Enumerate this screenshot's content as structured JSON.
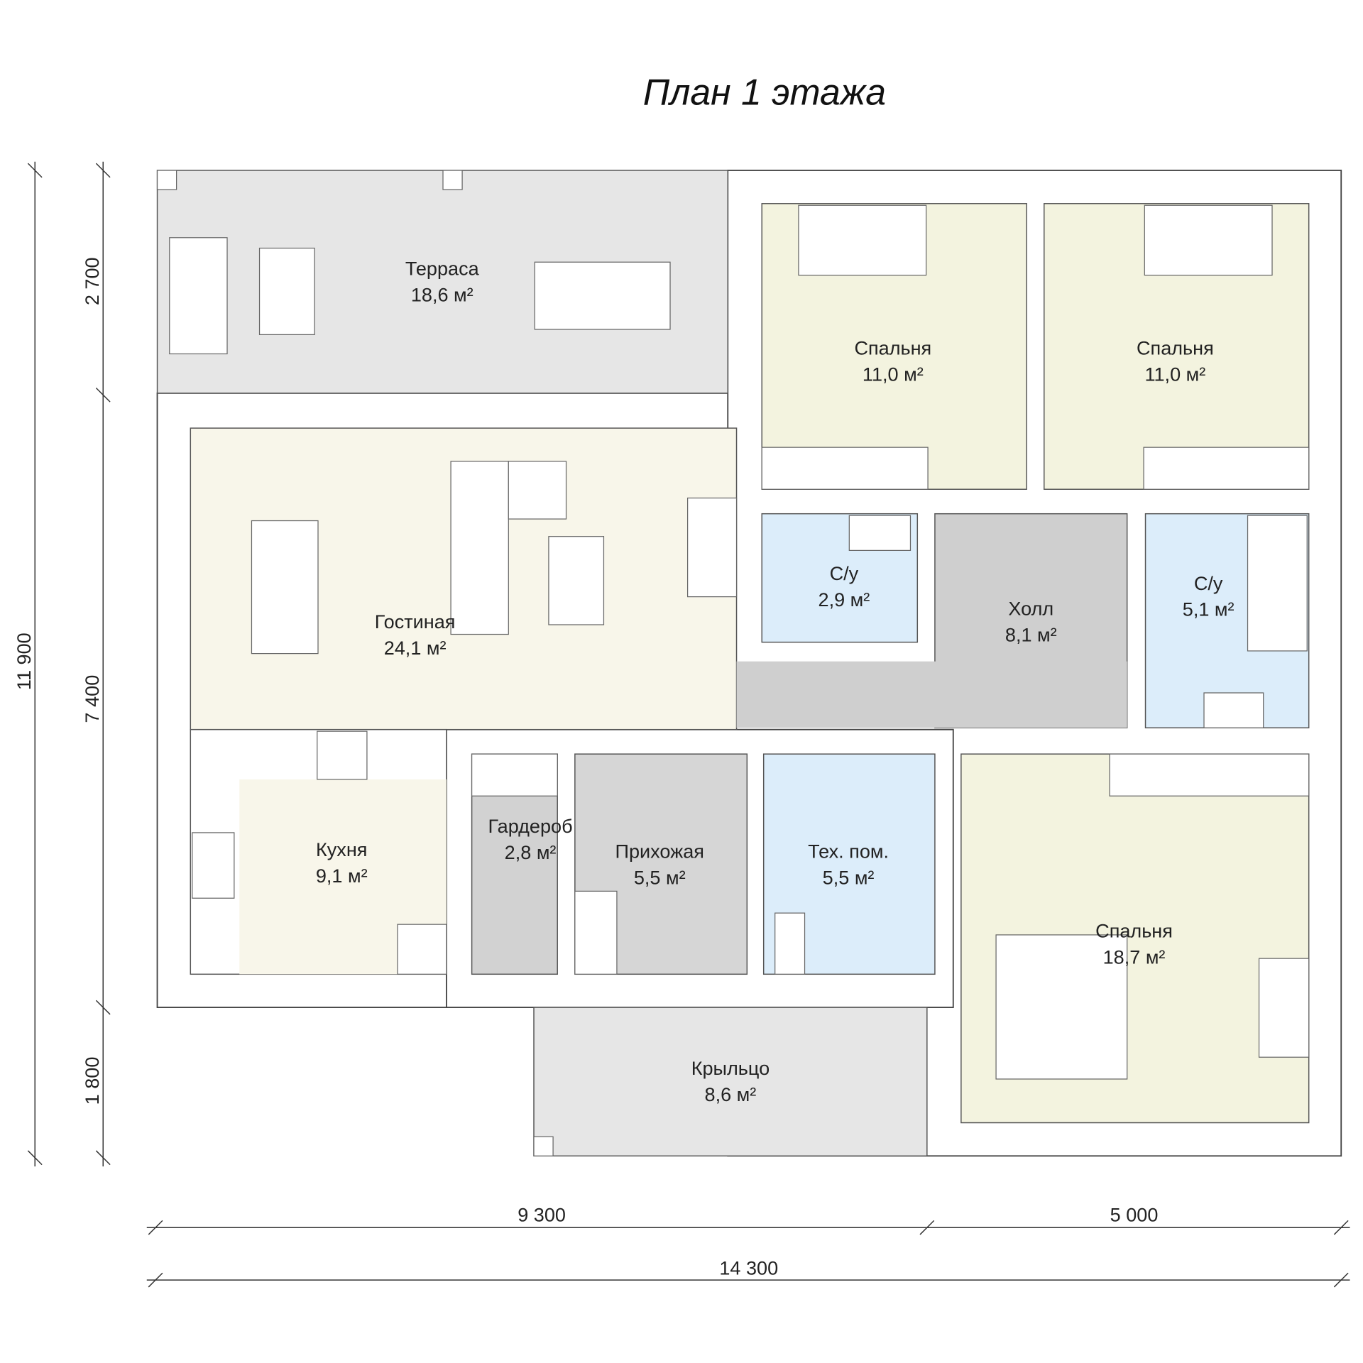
{
  "title": "План 1 этажа",
  "rooms": {
    "terrace": {
      "name": "Терраса",
      "area": "18,6 м²"
    },
    "bedroom1": {
      "name": "Спальня",
      "area": "11,0 м²"
    },
    "bedroom2": {
      "name": "Спальня",
      "area": "11,0 м²"
    },
    "living": {
      "name": "Гостиная",
      "area": "24,1 м²"
    },
    "bath1": {
      "name": "С/у",
      "area": "2,9 м²"
    },
    "hall": {
      "name": "Холл",
      "area": "8,1 м²"
    },
    "bath2": {
      "name": "С/у",
      "area": "5,1 м²"
    },
    "kitchen": {
      "name": "Кухня",
      "area": "9,1 м²"
    },
    "wardrobe": {
      "name": "Гардероб",
      "area": "2,8 м²"
    },
    "entrance": {
      "name": "Прихожая",
      "area": "5,5 м²"
    },
    "tech": {
      "name": "Тех. пом.",
      "area": "5,5 м²"
    },
    "bedroom3": {
      "name": "Спальня",
      "area": "18,7 м²"
    },
    "porch": {
      "name": "Крыльцо",
      "area": "8,6 м²"
    }
  },
  "dimensions": {
    "total_height": "11 900",
    "seg_2700": "2 700",
    "seg_7400": "7 400",
    "seg_1800": "1 800",
    "seg_9300": "9 300",
    "seg_5000": "5 000",
    "total_width": "14 300"
  },
  "colors": {
    "cream": "#f7f5e6",
    "gray": "#cfcfcf",
    "light_gray": "#e6e6e6",
    "blue": "#dcedfa"
  }
}
